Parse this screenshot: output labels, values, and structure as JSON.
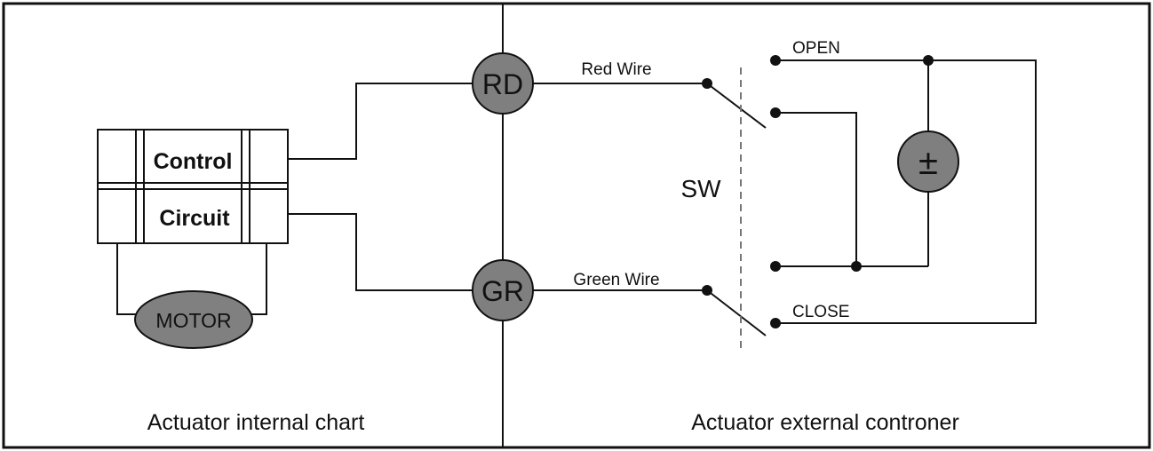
{
  "control_block": {
    "line1": "Control",
    "line2": "Circuit"
  },
  "motor": {
    "label": "MOTOR"
  },
  "terminals": {
    "red": "RD",
    "green": "GR"
  },
  "wires": {
    "red": "Red Wire",
    "green": "Green Wire"
  },
  "switch": {
    "label": "SW"
  },
  "contacts": {
    "open": "OPEN",
    "close": "CLOSE"
  },
  "power": {
    "symbol": "±"
  },
  "sections": {
    "internal": "Actuator internal chart",
    "external": "Actuator external controner"
  },
  "colors": {
    "line": "#111111",
    "terminal_fill": "#7f7f7f",
    "motor_fill": "#808080",
    "power_fill": "#7f7f7f"
  }
}
